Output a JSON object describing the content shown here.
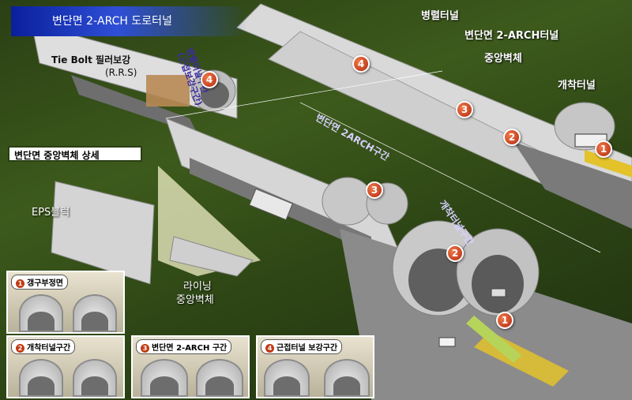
{
  "title": "변단면 2-ARCH 도로터널",
  "labels": {
    "parallel_tunnel": "병렬터널",
    "variable_2arch_tunnel": "변단면 2-ARCH터널",
    "center_wall": "중앙벽체",
    "cut_cover_tunnel": "개착터널",
    "tie_bolt": "Tie Bolt 필러보강",
    "rrs": "(R.R.S)",
    "parallel_section": "병렬터널구간",
    "close_reinforce": "(근접보강구간)",
    "variable_2arch_section": "변단면 2ARCH구간",
    "cut_section": "개착터널구간",
    "center_wall_detail": "변단면 중앙벽체 상세",
    "eps_block": "EPS블럭",
    "lining": "라이닝",
    "center_wall_bottom": "중앙벽체"
  },
  "badges": [
    "1",
    "2",
    "3",
    "4"
  ],
  "panels": [
    {
      "num": "1",
      "caption": "갱구부정면"
    },
    {
      "num": "2",
      "caption": "개착터널구간"
    },
    {
      "num": "3",
      "caption": "변단면 2-ARCH 구간"
    },
    {
      "num": "4",
      "caption": "근접터널 보강구간"
    }
  ],
  "colors": {
    "badge": "#c23a15",
    "title_bar": "#1a33c4",
    "section_text": "#d7d0ff"
  }
}
